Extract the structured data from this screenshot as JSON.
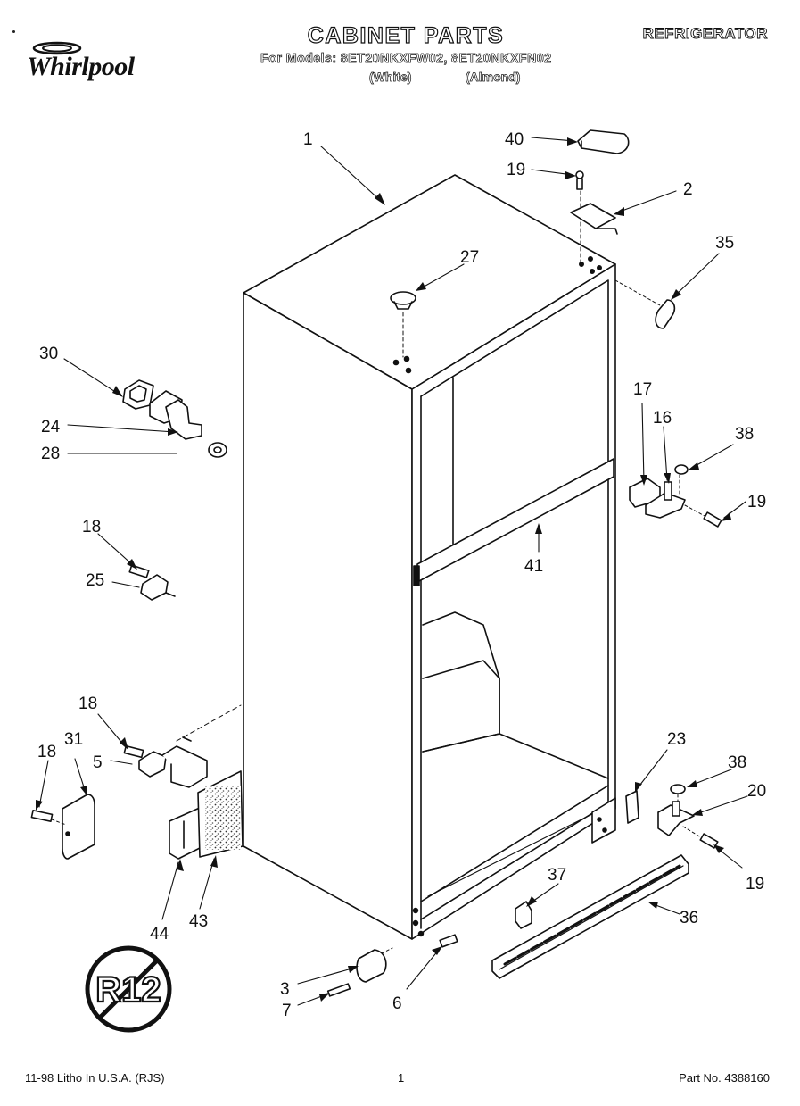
{
  "header": {
    "brand": "Whirlpool",
    "title": "CABINET PARTS",
    "category": "REFRIGERATOR",
    "models_line": "For Models: 8ET20NKXFW02, 8ET20NKXFN02",
    "variant_white": "(White)",
    "variant_almond": "(Almond)"
  },
  "callouts": {
    "c1": "1",
    "c2": "2",
    "c3": "3",
    "c5": "5",
    "c6": "6",
    "c7": "7",
    "c16": "16",
    "c17": "17",
    "c18a": "18",
    "c18b": "18",
    "c18c": "18",
    "c19a": "19",
    "c19b": "19",
    "c19c": "19",
    "c20": "20",
    "c23": "23",
    "c24": "24",
    "c25": "25",
    "c27": "27",
    "c28": "28",
    "c30": "30",
    "c31": "31",
    "c35": "35",
    "c36": "36",
    "c37": "37",
    "c38a": "38",
    "c38b": "38",
    "c40": "40",
    "c41": "41",
    "c43": "43",
    "c44": "44"
  },
  "stamp": {
    "text": "R12"
  },
  "footer": {
    "left": "11-98 Litho In U.S.A. (RJS)",
    "page": "1",
    "part_no": "Part No. 4388160"
  }
}
